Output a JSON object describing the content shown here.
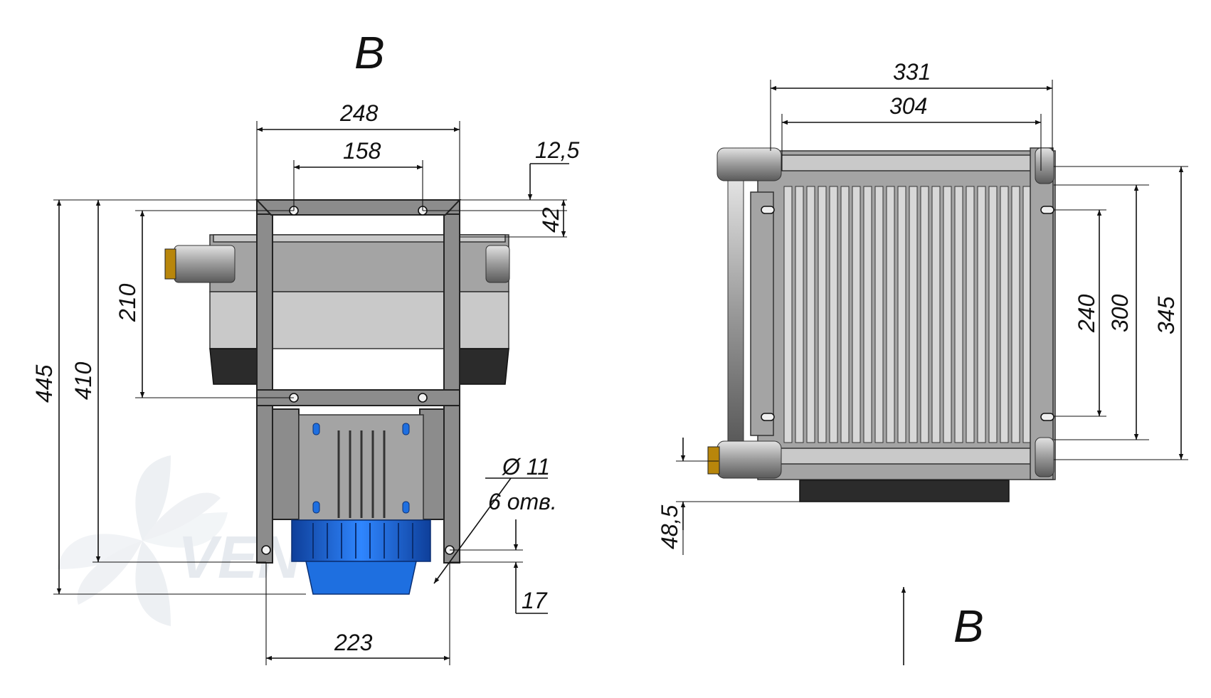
{
  "views": {
    "front": {
      "view_label": "B",
      "dim_248": "248",
      "dim_158": "158",
      "dim_12_5": "12,5",
      "dim_42": "42",
      "dim_210": "210",
      "dim_445": "445",
      "dim_410": "410",
      "hole_diameter": "Ø 11",
      "hole_count": "6 отв.",
      "dim_17": "17",
      "dim_223": "223"
    },
    "side": {
      "dim_331": "331",
      "dim_304": "304",
      "dim_345": "345",
      "dim_300": "300",
      "dim_240": "240",
      "dim_48_5": "48,5",
      "view_arrow_label": "B"
    }
  },
  "watermark": {
    "text": "VENTEL",
    "icon": "fan-blade-logo",
    "color": "#cfd6df"
  },
  "colors": {
    "frame": "#8c8c8c",
    "motor": "#1e6fe0",
    "line": "#111111"
  }
}
